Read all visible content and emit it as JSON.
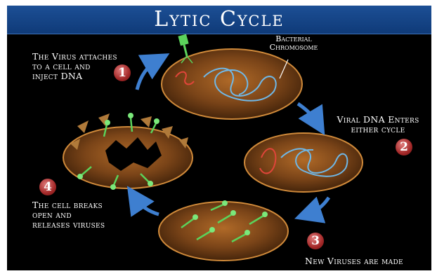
{
  "title": "Lytic Cycle",
  "chromosome_label": [
    "Bacterial",
    "Chromosome"
  ],
  "steps": [
    {
      "number": "1",
      "lines": [
        "The Virus attaches",
        "to a cell and",
        "inject DNA"
      ]
    },
    {
      "number": "2",
      "lines": [
        "Viral DNA Enters",
        "either cycle"
      ]
    },
    {
      "number": "3",
      "lines": [
        "New Viruses are made"
      ]
    },
    {
      "number": "4",
      "lines": [
        "The cell breaks",
        "open and",
        "releases viruses"
      ]
    }
  ],
  "colors": {
    "title_bar": "#1c4f95",
    "background": "#000000",
    "cell_fill": "#8a5220",
    "cell_rim": "#d08a3a",
    "bacterial_dna": "#6fb8e8",
    "viral_dna": "#e0453a",
    "virus": "#5bd35b",
    "arrow": "#3e7fd0",
    "badge": "#a32828"
  }
}
